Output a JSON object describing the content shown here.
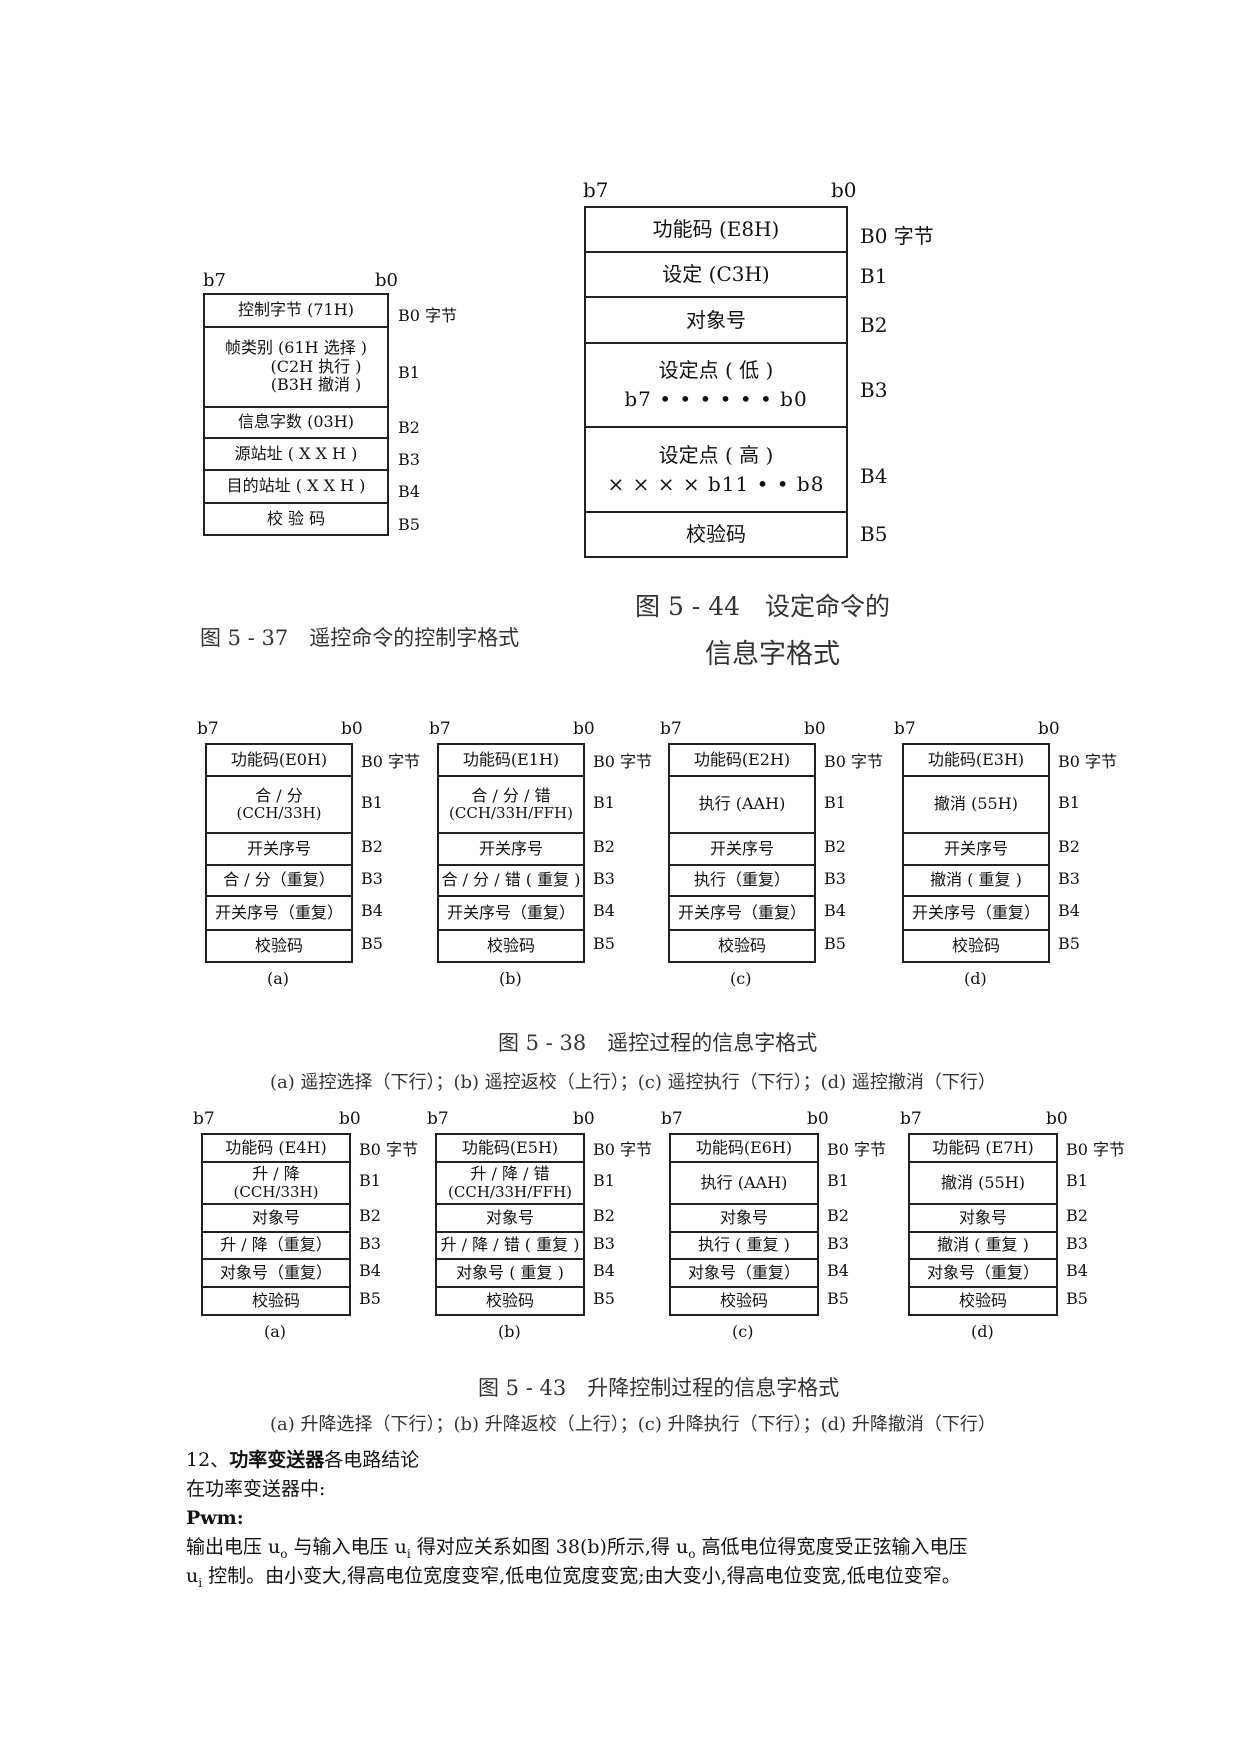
{
  "fig37": {
    "b7": "b7",
    "b0": "b0",
    "rows": [
      "控制字节 (71H)",
      "帧类别 (61H 选择 )",
      "(C2H 执行 )",
      "(B3H 撤消 )",
      "信息字数 (03H)",
      "源站址 ( X X H )",
      "目的站址 ( X X H )",
      "校 验 码"
    ],
    "labels": [
      "B0 字节",
      "B1",
      "B2",
      "B3",
      "B4",
      "B5"
    ],
    "caption": "图 5 - 37　遥控命令的控制字格式"
  },
  "fig44": {
    "b7": "b7",
    "b0": "b0",
    "rows": [
      "功能码 (E8H)",
      "设定 (C3H)",
      "对象号",
      "设定点 ( 低 )",
      "b7 • • • • • • b0",
      "设定点 ( 高 )",
      "× × × × b11 • • b8",
      "校验码"
    ],
    "labels": [
      "B0 字节",
      "B1",
      "B2",
      "B3",
      "B4",
      "B5"
    ],
    "caption_line1": "图 5 - 44　设定命令的",
    "caption_line2": "信息字格式"
  },
  "fig38": {
    "tables": [
      {
        "rows": [
          "功能码(E0H)",
          "合 / 分",
          "(CCH/33H)",
          "开关序号",
          "合 / 分（重复）",
          "开关序号（重复）",
          "校验码"
        ],
        "sub": "(a)"
      },
      {
        "rows": [
          "功能码(E1H)",
          "合 / 分 / 错",
          "(CCH/33H/FFH)",
          "开关序号",
          "合 / 分 / 错 ( 重复 )",
          "开关序号（重复）",
          "校验码"
        ],
        "sub": "(b)"
      },
      {
        "rows": [
          "功能码(E2H)",
          "执行 (AAH)",
          "",
          "开关序号",
          "执行（重复）",
          "开关序号（重复）",
          "校验码"
        ],
        "sub": "(c)"
      },
      {
        "rows": [
          "功能码(E3H)",
          "撤消 (55H)",
          "",
          "开关序号",
          "撤消 ( 重复 )",
          "开关序号（重复）",
          "校验码"
        ],
        "sub": "(d)"
      }
    ],
    "labels": [
      "B0 字节",
      "B1",
      "B2",
      "B3",
      "B4",
      "B5"
    ],
    "b7": "b7",
    "b0": "b0",
    "caption": "图 5 - 38　遥控过程的信息字格式",
    "subcaption": "(a) 遥控选择（下行）；(b) 遥控返校（上行）；(c) 遥控执行（下行）；(d) 遥控撤消（下行）"
  },
  "fig43": {
    "tables": [
      {
        "rows": [
          "功能码 (E4H)",
          "升 / 降",
          "(CCH/33H)",
          "对象号",
          "升 / 降（重复）",
          "对象号（重复）",
          "校验码"
        ],
        "sub": "(a)"
      },
      {
        "rows": [
          "功能码(E5H)",
          "升 / 降 / 错",
          "(CCH/33H/FFH)",
          "对象号",
          "升 / 降 / 错 ( 重复 )",
          "对象号 ( 重复 )",
          "校验码"
        ],
        "sub": "(b)"
      },
      {
        "rows": [
          "功能码(E6H)",
          "执行 (AAH)",
          "",
          "对象号",
          "执行 ( 重复 )",
          "对象号（重复）",
          "校验码"
        ],
        "sub": "(c)"
      },
      {
        "rows": [
          "功能码 (E7H)",
          "撤消 (55H)",
          "",
          "对象号",
          "撤消 ( 重复 )",
          "对象号（重复）",
          "校验码"
        ],
        "sub": "(d)"
      }
    ],
    "labels": [
      "B0 字节",
      "B1",
      "B2",
      "B3",
      "B4",
      "B5"
    ],
    "b7": "b7",
    "b0": "b0",
    "caption": "图 5 - 43　升降控制过程的信息字格式",
    "subcaption": "(a) 升降选择（下行）；(b) 升降返校（上行）；(c) 升降执行（下行）；(d) 升降撤消（下行）"
  },
  "text": {
    "heading_num": "12、",
    "heading_bold": "功率变送器",
    "heading_rest": "各电路结论",
    "line2": "在功率变送器中:",
    "pwm": "Pwm:",
    "p1_a": "输出电压 u",
    "p1_sub_o": "o",
    "p1_b": " 与输入电压 u",
    "p1_sub_i": "i",
    "p1_c": " 得对应关系如图 38(b)所示,得 u",
    "p1_sub_o2": "o",
    "p1_d": " 高低电位得宽度受正弦输入电压",
    "p2_a": "u",
    "p2_sub_i": "i",
    "p2_b": " 控制。由小变大,得高电位宽度变窄,低电位宽度变宽;由大变小,得高电位变宽,低电位变窄。"
  }
}
